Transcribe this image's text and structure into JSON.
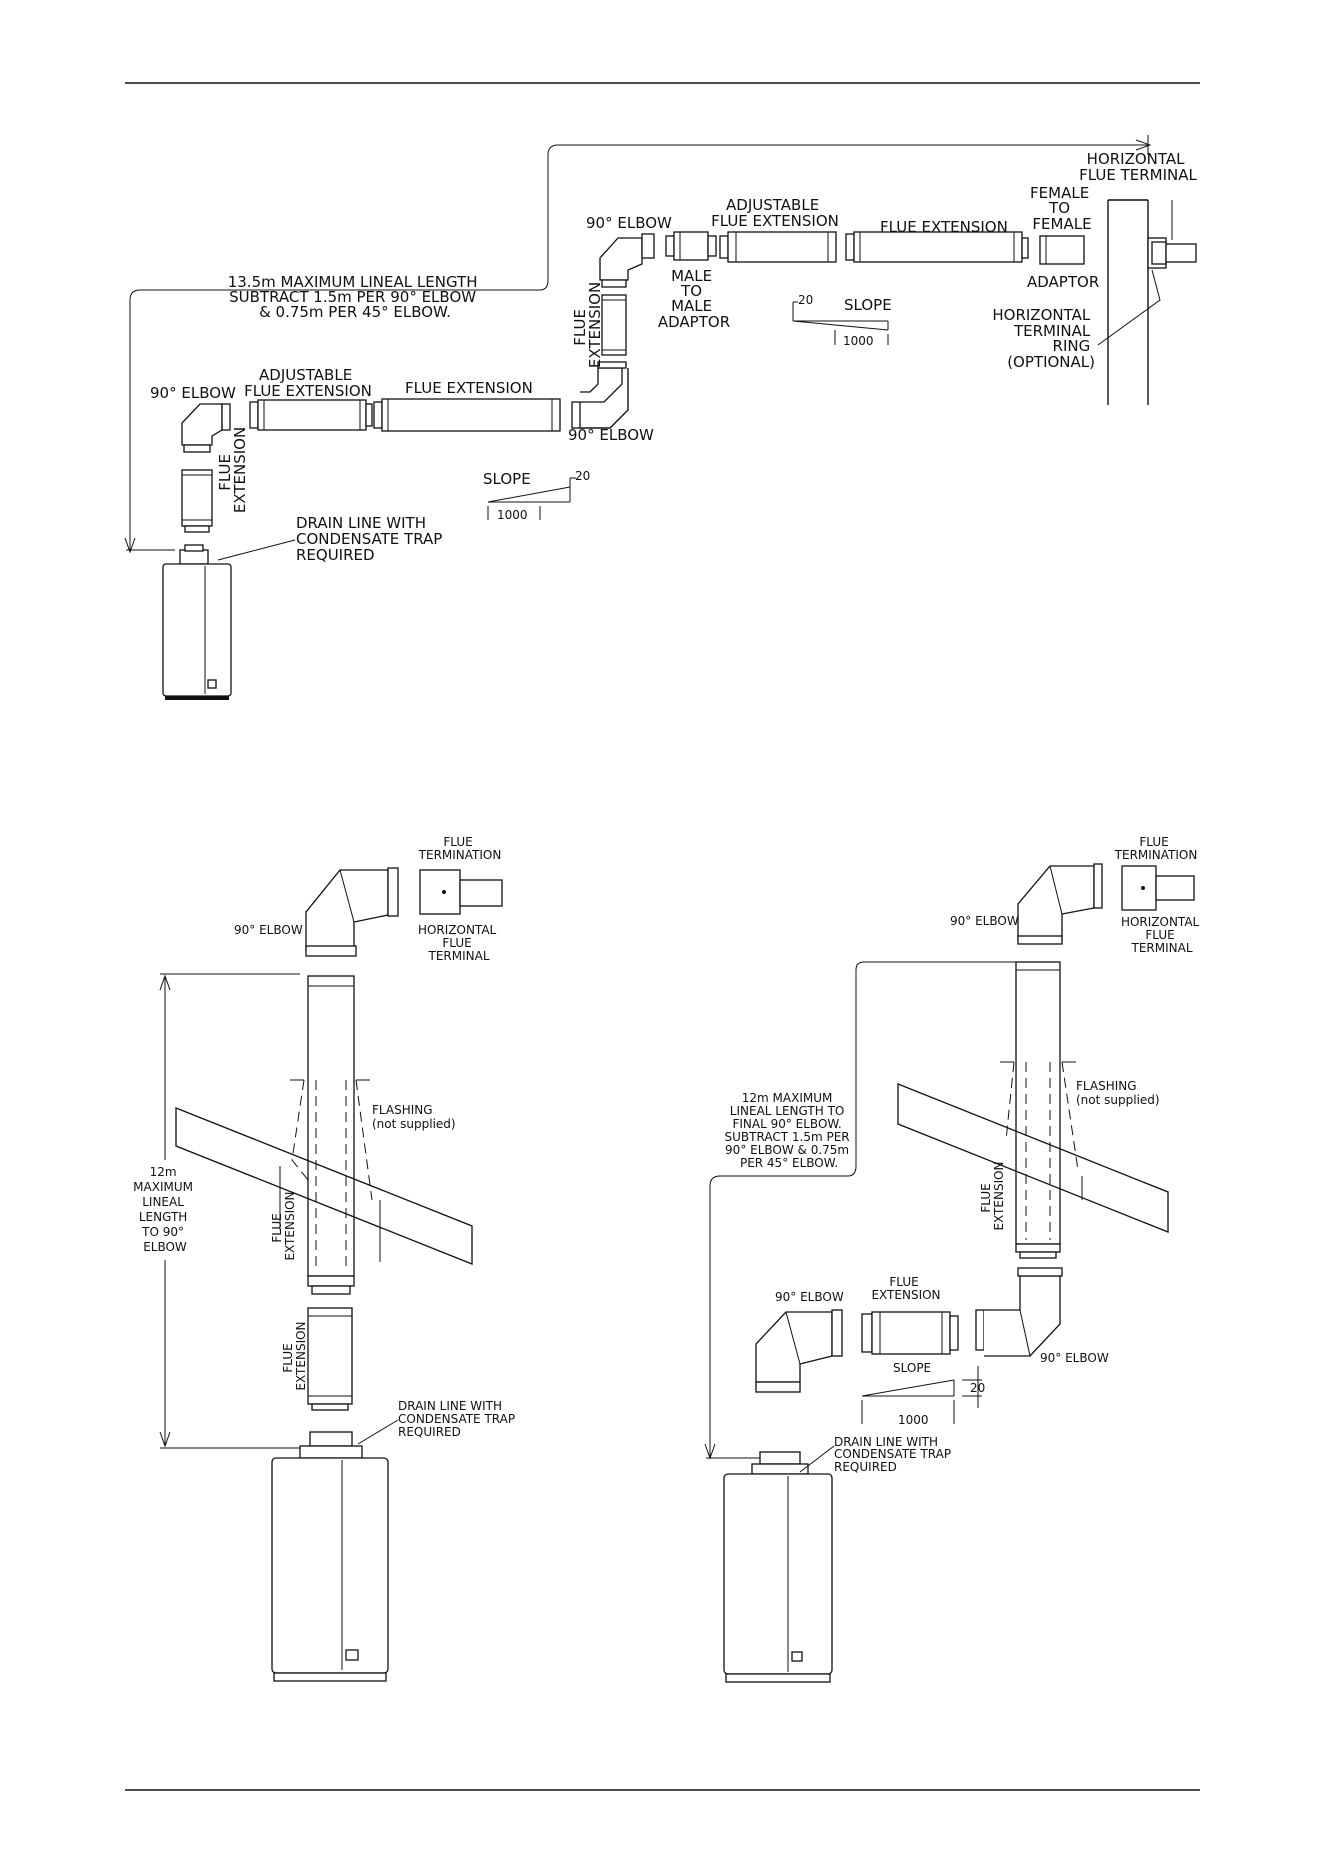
{
  "diagram1": {
    "max_length": [
      "13.5m MAXIMUM LINEAL LENGTH",
      "SUBTRACT 1.5m PER 90° ELBOW",
      "& 0.75m PER 45° ELBOW."
    ],
    "elbow_top_left": "90° ELBOW",
    "adj_ext_left": [
      "ADJUSTABLE",
      "FLUE EXTENSION"
    ],
    "flue_ext_left": "FLUE EXTENSION",
    "flue_ext_vert_left": [
      "FLUE",
      "EXTENSION"
    ],
    "elbow_mid": "90° ELBOW",
    "flue_ext_vert_mid": [
      "FLUE",
      "EXTENSION"
    ],
    "elbow_top_mid": "90° ELBOW",
    "male_adaptor": [
      "MALE",
      "TO",
      "MALE",
      "ADAPTOR"
    ],
    "adj_ext_right": [
      "ADJUSTABLE",
      "FLUE EXTENSION"
    ],
    "flue_ext_right": "FLUE EXTENSION",
    "female_adaptor": [
      "FEMALE",
      "TO",
      "FEMALE"
    ],
    "adaptor": "ADAPTOR",
    "horiz_terminal": [
      "HORIZONTAL",
      "FLUE TERMINAL"
    ],
    "terminal_ring": [
      "HORIZONTAL",
      "TERMINAL",
      "RING",
      "(OPTIONAL)"
    ],
    "slope_label": "SLOPE",
    "slope_rise": "20",
    "slope_run": "1000",
    "drain": [
      "DRAIN LINE WITH",
      "CONDENSATE TRAP",
      "REQUIRED"
    ]
  },
  "diagram2": {
    "flue_termination": [
      "FLUE",
      "TERMINATION"
    ],
    "elbow": "90° ELBOW",
    "horiz_terminal": [
      "HORIZONTAL",
      "FLUE",
      "TERMINAL"
    ],
    "flashing": [
      "FLASHING",
      "(not supplied)"
    ],
    "max_length": [
      "12m",
      "MAXIMUM",
      "LINEAL",
      "LENGTH",
      "TO 90°",
      "ELBOW"
    ],
    "flue_ext_a": [
      "FLUE",
      "EXTENSION"
    ],
    "flue_ext_b": [
      "FLUE",
      "EXTENSION"
    ],
    "drain": [
      "DRAIN LINE WITH",
      "CONDENSATE TRAP",
      "REQUIRED"
    ]
  },
  "diagram3": {
    "flue_termination": [
      "FLUE",
      "TERMINATION"
    ],
    "elbow_top": "90° ELBOW",
    "horiz_terminal": [
      "HORIZONTAL",
      "FLUE",
      "TERMINAL"
    ],
    "flashing": [
      "FLASHING",
      "(not supplied)"
    ],
    "max_length": [
      "12m MAXIMUM",
      "LINEAL LENGTH TO",
      "FINAL 90° ELBOW.",
      "SUBTRACT 1.5m PER",
      "90° ELBOW & 0.75m",
      "PER 45° ELBOW."
    ],
    "flue_ext_vert": [
      "FLUE",
      "EXTENSION"
    ],
    "elbow_left": "90° ELBOW",
    "flue_ext_horiz": [
      "FLUE",
      "EXTENSION"
    ],
    "elbow_right": "90° ELBOW",
    "slope_label": "SLOPE",
    "slope_rise": "20",
    "slope_run": "1000",
    "drain": [
      "DRAIN LINE WITH",
      "CONDENSATE TRAP",
      "REQUIRED"
    ]
  }
}
